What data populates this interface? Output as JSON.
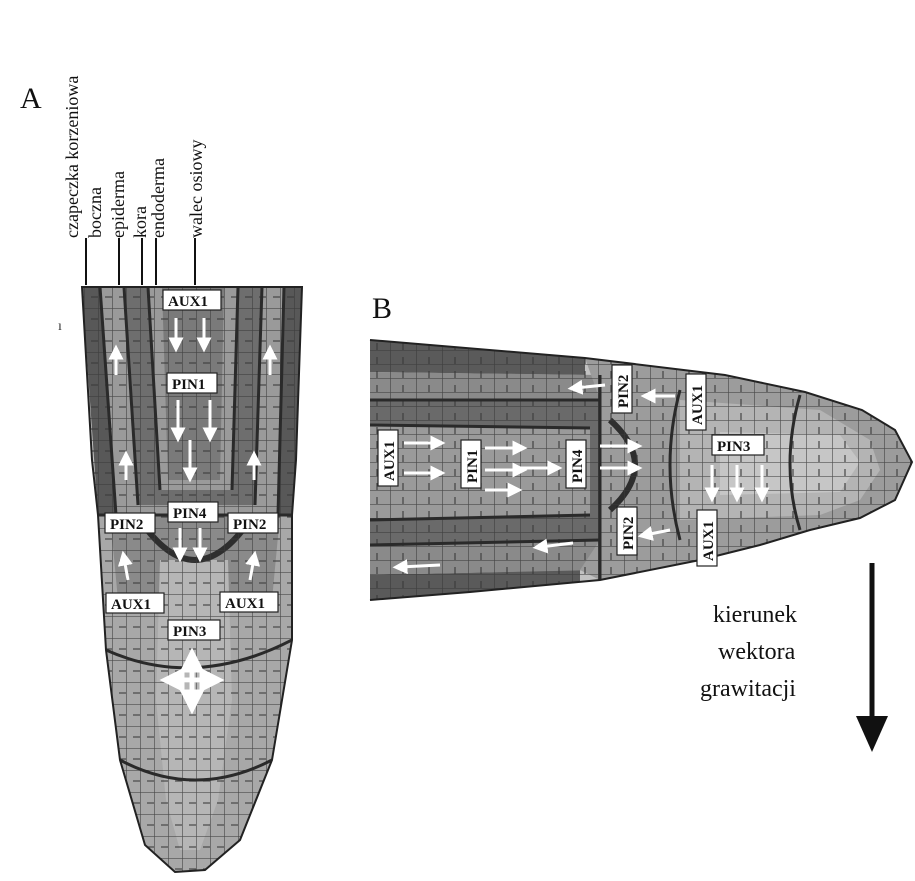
{
  "panel_a": {
    "letter": "A",
    "tissue_labels": {
      "lateral_cap": [
        "czapeczka korzeniowa",
        "boczna"
      ],
      "epidermis": "epiderma",
      "cortex": "kora",
      "endodermis": "endoderma",
      "stele": "walec osiowy"
    },
    "proteins": {
      "aux1_top": "AUX1",
      "pin1": "PIN1",
      "pin4": "PIN4",
      "pin2_left": "PIN2",
      "pin2_right": "PIN2",
      "aux1_left": "AUX1",
      "aux1_right": "AUX1",
      "pin3": "PIN3"
    }
  },
  "panel_b": {
    "letter": "B",
    "proteins": {
      "aux1_left": "AUX1",
      "pin1": "PIN1",
      "pin4": "PIN4",
      "pin2_top": "PIN2",
      "aux1_top": "AUX1",
      "pin3": "PIN3",
      "pin2_bottom": "PIN2",
      "aux1_bottom": "AUX1"
    }
  },
  "gravity": {
    "lines": [
      "kierunek",
      "wektora",
      "grawitacji"
    ]
  },
  "colors": {
    "dark_tissue": "#585858",
    "mid_tissue": "#858585",
    "light_tissue": "#adadad",
    "cap_tissue": "#c4c4c4",
    "cell_wall": "#3a3a3a"
  }
}
